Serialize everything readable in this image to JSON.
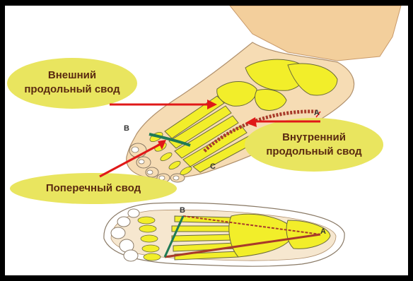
{
  "labels": {
    "outer_arch": "Внешний продольный свод",
    "inner_arch": "Внутренний продольный свод",
    "transverse_arch": "Поперечный свод"
  },
  "points": {
    "a": "A",
    "b": "B",
    "c": "C"
  },
  "colors": {
    "bubble": "#e9e55f",
    "bone": "#f2ee2a",
    "skin": "#f3cf9c",
    "arrow": "#e01818",
    "inner_arch_line": "#a83a2a",
    "transverse_line": "#1f7a55"
  }
}
